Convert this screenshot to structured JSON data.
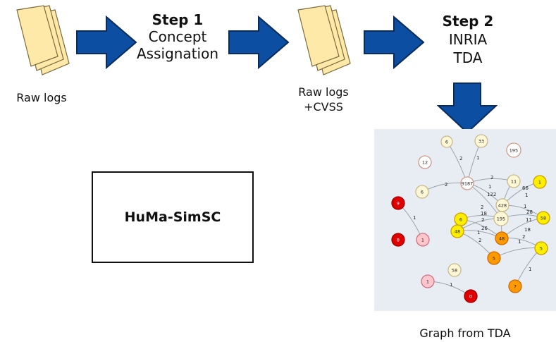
{
  "labels": {
    "raw_logs": "Raw logs",
    "step1_title": "Step 1",
    "step1_line1": "Concept",
    "step1_line2": "Assignation",
    "raw_logs_cvss_line1": "Raw logs",
    "raw_logs_cvss_line2": "+CVSS",
    "step2_title": "Step 2",
    "step2_line1": "INRIA",
    "step2_line2": "TDA",
    "huma": "HuMa-SimSC",
    "graph_caption": "Graph from TDA"
  },
  "colors": {
    "arrow_fill": "#0b4ea2",
    "arrow_stroke": "#0a2b5c",
    "doc_fill": "#ffe9a8",
    "doc_stroke": "#7a6a3a",
    "graph_bg": "#e8edf3"
  },
  "graph": {
    "nodes": [
      {
        "id": "n6a",
        "label": "6",
        "fill": "#fff8d6",
        "stroke": "#c9b98c"
      },
      {
        "id": "n33",
        "label": "33",
        "fill": "#fff8d6",
        "stroke": "#c9b98c"
      },
      {
        "id": "n195a",
        "label": "195",
        "fill": "#ffffff",
        "stroke": "#d09a8a"
      },
      {
        "id": "n12",
        "label": "12",
        "fill": "#ffffff",
        "stroke": "#d09a8a"
      },
      {
        "id": "n9187",
        "label": "9187",
        "fill": "#ffffff",
        "stroke": "#d09a8a"
      },
      {
        "id": "n11",
        "label": "11",
        "fill": "#fff8d6",
        "stroke": "#c9b98c"
      },
      {
        "id": "n1a",
        "label": "1",
        "fill": "#ffee00",
        "stroke": "#c9a000"
      },
      {
        "id": "n6b",
        "label": "6",
        "fill": "#fff8d6",
        "stroke": "#c9b98c"
      },
      {
        "id": "n428",
        "label": "428",
        "fill": "#fff8d6",
        "stroke": "#c9b98c"
      },
      {
        "id": "n58a",
        "label": "58",
        "fill": "#ffee00",
        "stroke": "#c9a000"
      },
      {
        "id": "n9",
        "label": "9",
        "fill": "#e00000",
        "stroke": "#a00000"
      },
      {
        "id": "n6c",
        "label": "6",
        "fill": "#ffee00",
        "stroke": "#c9a000"
      },
      {
        "id": "n195b",
        "label": "195",
        "fill": "#fff8d6",
        "stroke": "#c9b98c"
      },
      {
        "id": "n48a",
        "label": "48",
        "fill": "#ffee00",
        "stroke": "#c9a000"
      },
      {
        "id": "n48b",
        "label": "48",
        "fill": "#ff9900",
        "stroke": "#cc6a00"
      },
      {
        "id": "n1b",
        "label": "1",
        "fill": "#ffc6cc",
        "stroke": "#d07080"
      },
      {
        "id": "n8",
        "label": "8",
        "fill": "#e00000",
        "stroke": "#a00000"
      },
      {
        "id": "n5a",
        "label": "5",
        "fill": "#ffee00",
        "stroke": "#c9a000"
      },
      {
        "id": "n5b",
        "label": "5",
        "fill": "#ff9900",
        "stroke": "#cc6a00"
      },
      {
        "id": "n58b",
        "label": "58",
        "fill": "#fff8d6",
        "stroke": "#c9b98c"
      },
      {
        "id": "n7",
        "label": "7",
        "fill": "#ff9900",
        "stroke": "#cc6a00"
      },
      {
        "id": "n1c",
        "label": "1",
        "fill": "#ffc6cc",
        "stroke": "#d07080"
      },
      {
        "id": "n0",
        "label": "0",
        "fill": "#e00000",
        "stroke": "#a00000"
      }
    ],
    "edge_labels": [
      "2",
      "1",
      "2",
      "2",
      "1",
      "122",
      "66",
      "1",
      "1",
      "2",
      "28",
      "11",
      "18",
      "18",
      "2",
      "26",
      "1",
      "2",
      "2",
      "1",
      "1",
      "1",
      "1"
    ]
  }
}
